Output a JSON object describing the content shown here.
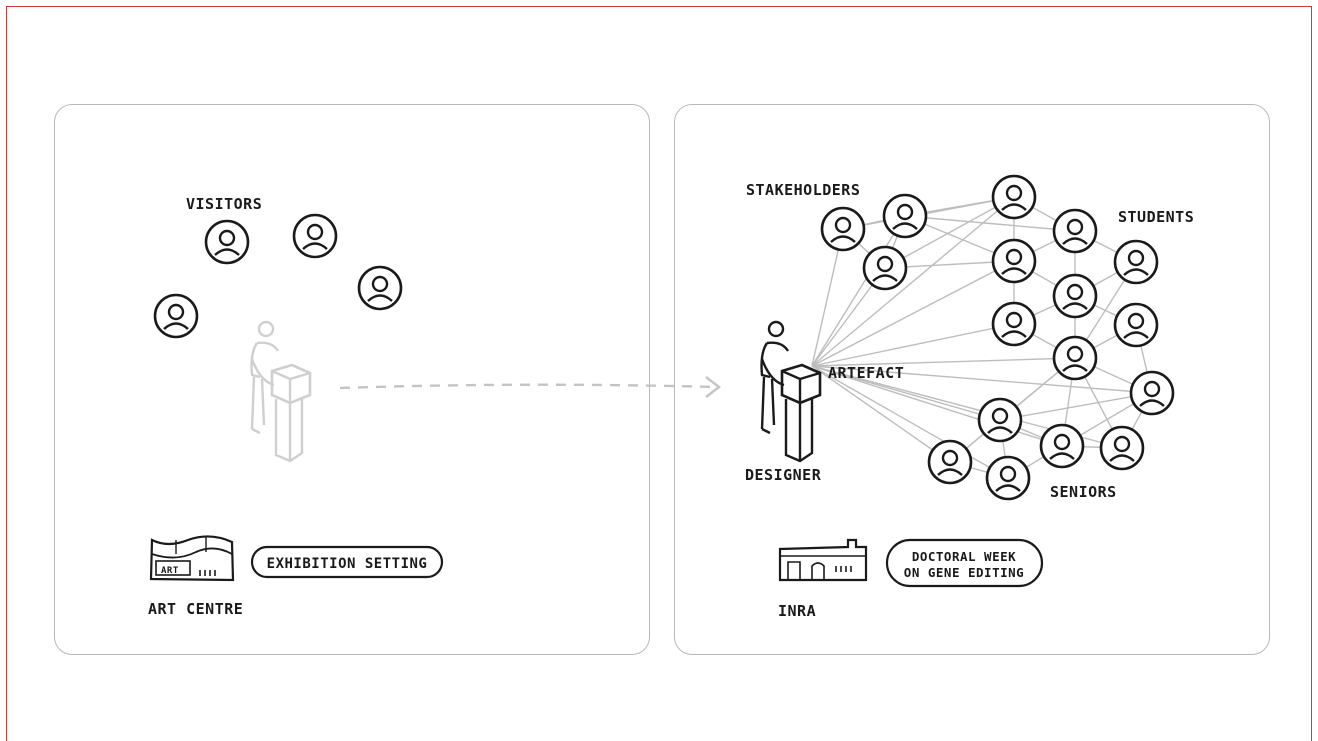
{
  "left_panel": {
    "visitors_label": "VISITORS",
    "venue_name": "ART CENTRE",
    "venue_sign_text": "ART",
    "setting_badge": "EXHIBITION SETTING"
  },
  "right_panel": {
    "stakeholders_label": "STAKEHOLDERS",
    "students_label": "STUDENTS",
    "seniors_label": "SENIORS",
    "artefact_label": "ARTEFACT",
    "designer_label": "DESIGNER",
    "venue_name": "INRA",
    "setting_badge_line1": "DOCTORAL WEEK",
    "setting_badge_line2": "ON GENE EDITING"
  },
  "colors": {
    "frame_border": "#d23b3b",
    "panel_border": "#b9b9b9",
    "ink": "#1a1a1a",
    "faded_ink": "#cfcfcf",
    "network_line": "#bdbdbd"
  },
  "icons": [
    "person-circle-icon",
    "designer-figure-icon",
    "art-centre-building-icon",
    "inra-building-icon",
    "dashed-arrow-icon"
  ]
}
